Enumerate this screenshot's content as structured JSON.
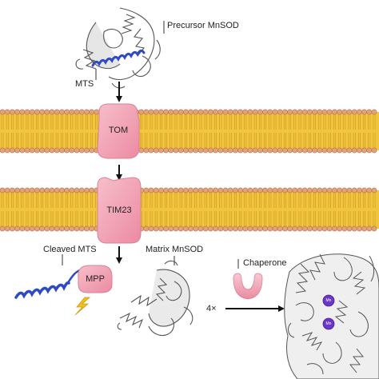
{
  "labels": {
    "precursor": "Precursor MnSOD",
    "mts": "MTS",
    "tom": "TOM",
    "tim23": "TIM23",
    "cleaved_mts": "Cleaved MTS",
    "mpp": "MPP",
    "matrix": "Matrix MnSOD",
    "chaperone": "Chaperone",
    "multiplier": "4×",
    "mn": "Mn"
  },
  "colors": {
    "membrane_head": "#e3a27a",
    "membrane_tail": "#f2c53f",
    "transporter": "#f2a3b5",
    "helix_blue": "#2f4bc4",
    "protein_gray": "#cfcfcf",
    "mn_purple": "#6a35c9",
    "lightning": "#f0c020"
  },
  "icons": {
    "cleavage": "lightning-icon",
    "flow": "arrow-icon"
  }
}
